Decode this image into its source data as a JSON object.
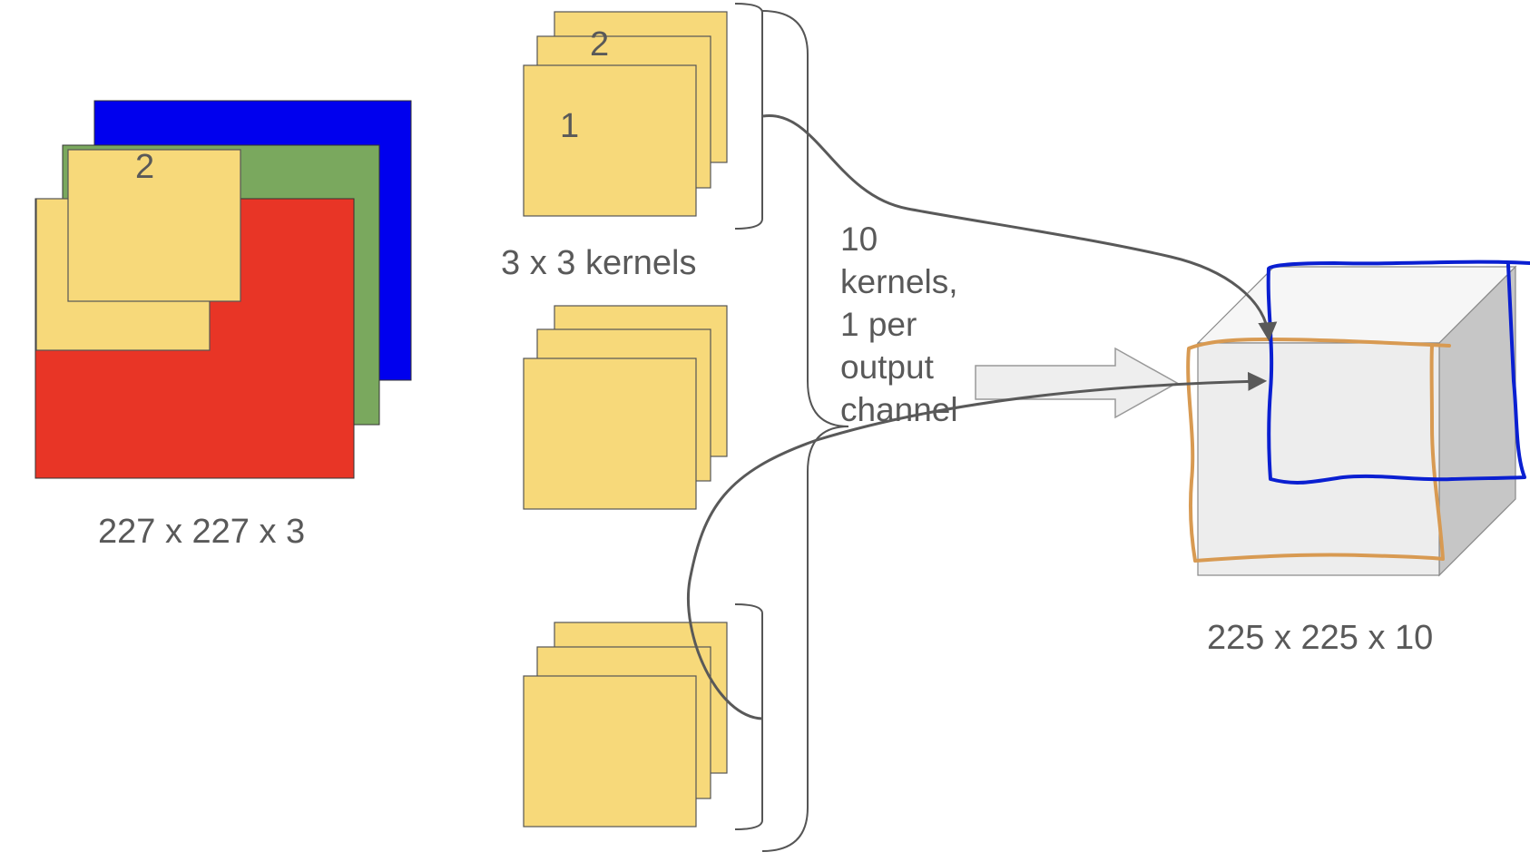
{
  "colors": {
    "blue": "#0000ee",
    "green": "#7aa85e",
    "red": "#e83526",
    "kernel_fill": "#f7d97a",
    "cube_front": "#ededed",
    "cube_top": "#f6f6f6",
    "cube_side": "#c6c6c6",
    "arrow": "#595959",
    "blue_stroke": "#0a1fd1",
    "orange_stroke": "#d89a52"
  },
  "input": {
    "size_label": "227 x 227 x 3",
    "window_number": "2"
  },
  "kernels": {
    "top_back_number": "2",
    "top_front_number": "1",
    "size_label": "3 x 3 kernels"
  },
  "note": {
    "lines": [
      "10",
      "kernels,",
      "1 per",
      "output",
      "channel"
    ]
  },
  "output": {
    "size_label": "225 x 225 x 10"
  }
}
